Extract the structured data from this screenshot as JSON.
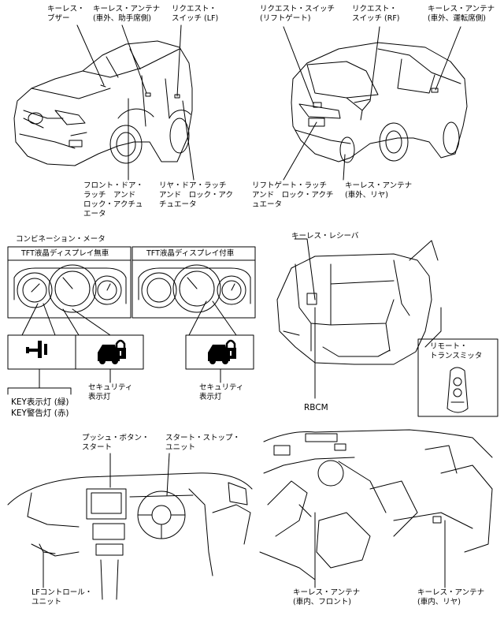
{
  "labels": {
    "keyless_buzzer": "キーレス・\nブザー",
    "keyless_antenna_exterior_passenger": "キーレス・アンテナ\n(車外、助手席側)",
    "request_switch_lf": "リクエスト・\nスイッチ (LF)",
    "request_switch_liftgate": "リクエスト・スイッチ\n(リフトゲート)",
    "request_switch_rf": "リクエスト・\nスイッチ (RF)",
    "keyless_antenna_exterior_driver": "キーレス・アンテナ\n(車外、運転席側)",
    "front_door_lock_actuator": "フロント・ドア・\nラッチ　アンド\nロック・アクチュ\nエータ",
    "rear_door_lock_actuator": "リヤ・ドア・ラッチ\nアンド　ロック・アク\nチュエータ",
    "liftgate_lock_actuator": "リフトゲート・ラッチ\nアンド　ロック・アクチ\nュエータ",
    "keyless_antenna_exterior_rear": "キーレス・アンテナ\n(車外、リヤ)",
    "combination_meter": "コンビネーション・メータ",
    "tft_without": "TFT液晶ディスプレイ無車",
    "tft_with": "TFT液晶ディスプレイ付車",
    "security_light_1": "セキュリティ\n表示灯",
    "security_light_2": "セキュリティ\n表示灯",
    "key_light": "KEY表示灯 (緑)\nKEY警告灯 (赤)",
    "keyless_receiver": "キーレス・レシーバ",
    "rbcm": "RBCM",
    "remote_transmitter": "リモート・\nトランスミッタ",
    "push_button_start": "プッシュ・ボタン・\nスタート",
    "start_stop_unit": "スタート・ストップ・\nユニット",
    "lf_control_unit": "LFコントロール・\nユニット",
    "keyless_antenna_interior_front": "キーレス・アンテナ\n(車内、フロント)",
    "keyless_antenna_interior_rear": "キーレス・アンテナ\n(車内、リヤ)"
  }
}
